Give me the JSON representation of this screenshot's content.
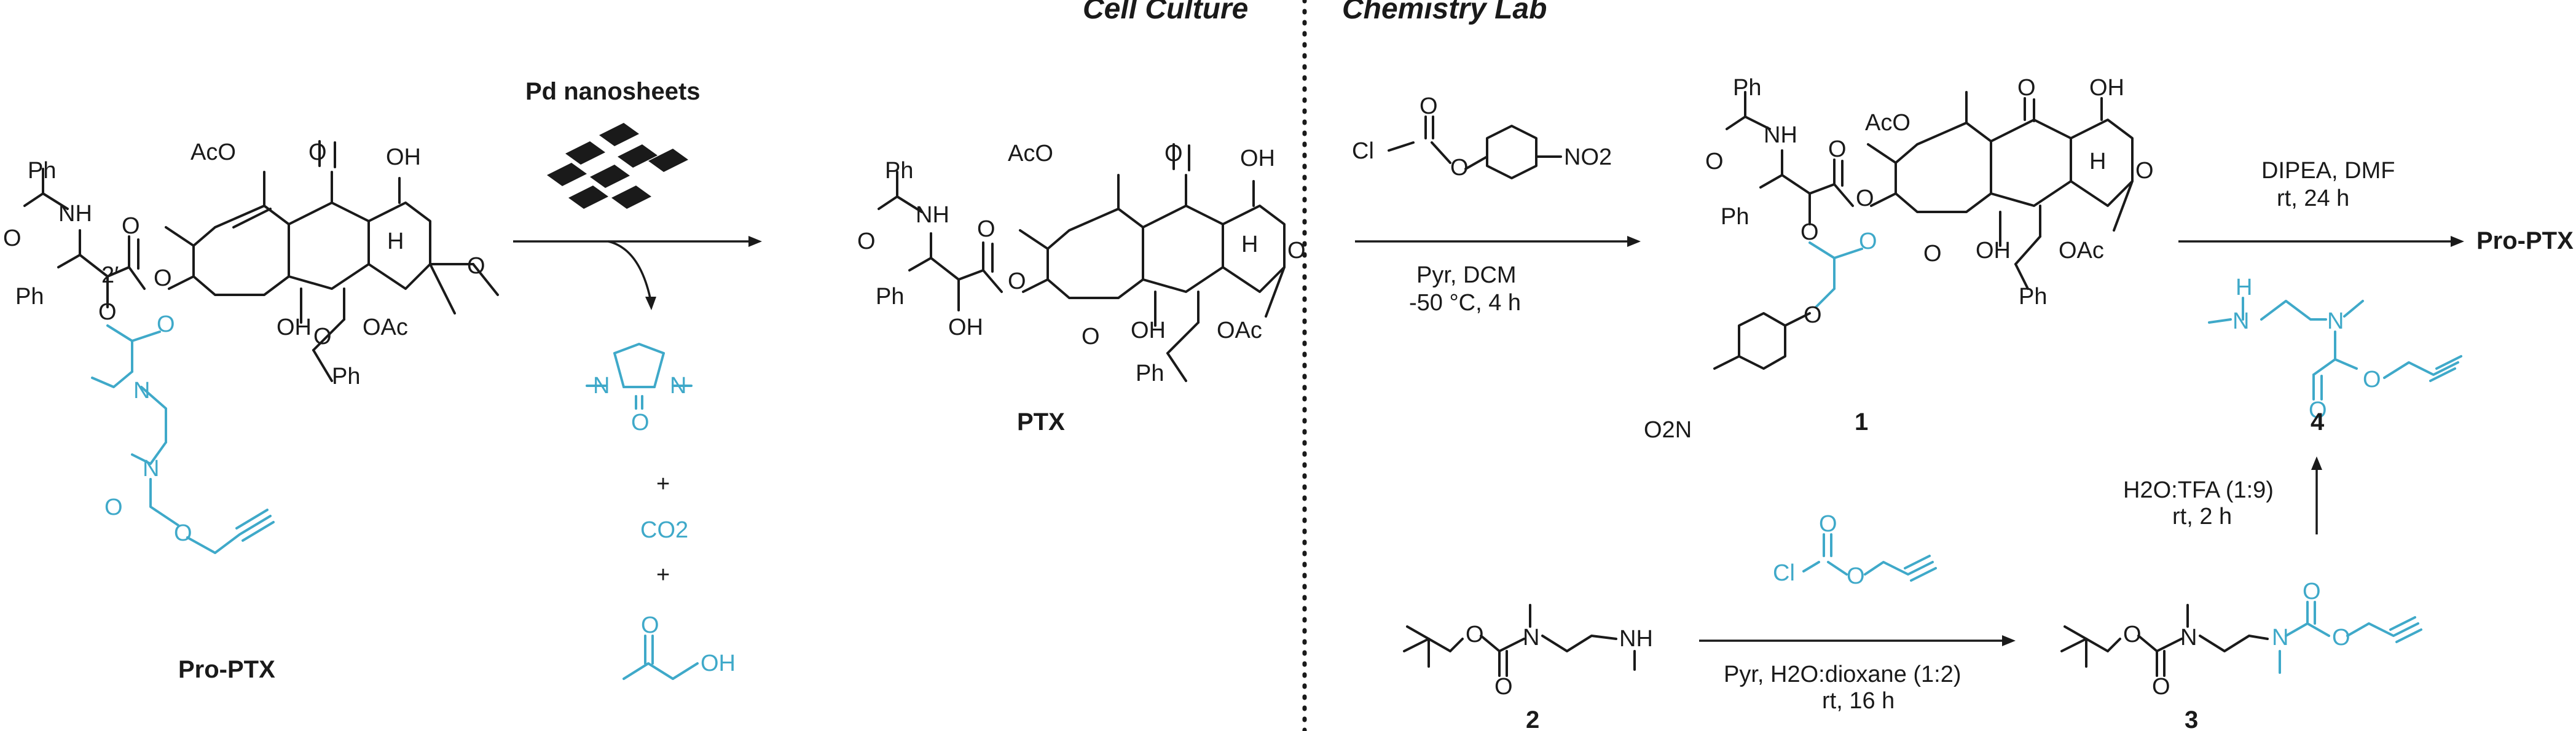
{
  "colors": {
    "ink": "#1a1a1a",
    "highlight": "#3fa9c9",
    "background": "#ffffff"
  },
  "sections": {
    "left": "Cell Culture",
    "right": "Chemistry Lab"
  },
  "compounds": {
    "pro_ptx": "Pro-PTX",
    "ptx": "PTX",
    "c1": "1",
    "c2": "2",
    "c3": "3",
    "c4": "4",
    "pro_ptx_product": "Pro-PTX"
  },
  "reagents": {
    "pd": "Pd nanosheets",
    "plus1": "+",
    "plus2": "+",
    "co2": "CO2",
    "step1_top": "",
    "step1_cond1": "Pyr, DCM",
    "step1_cond2": "-50 °C, 4 h",
    "step2_cond1": "DIPEA, DMF",
    "step2_cond2": "rt, 24 h",
    "step3_cond1": "Pyr, H2O:dioxane (1:2)",
    "step3_cond2": "rt, 16 h",
    "step4_cond1": "H2O:TFA (1:9)",
    "step4_cond2": "rt, 2 h"
  },
  "atom_labels": {
    "aco": "AcO",
    "oh": "OH",
    "oac": "OAc",
    "h": "H",
    "o": "O",
    "nh": "NH",
    "ph": "Ph",
    "n": "N",
    "cl": "Cl",
    "no2": "NO2",
    "o2n": "O2N",
    "two_prime": "2′"
  }
}
